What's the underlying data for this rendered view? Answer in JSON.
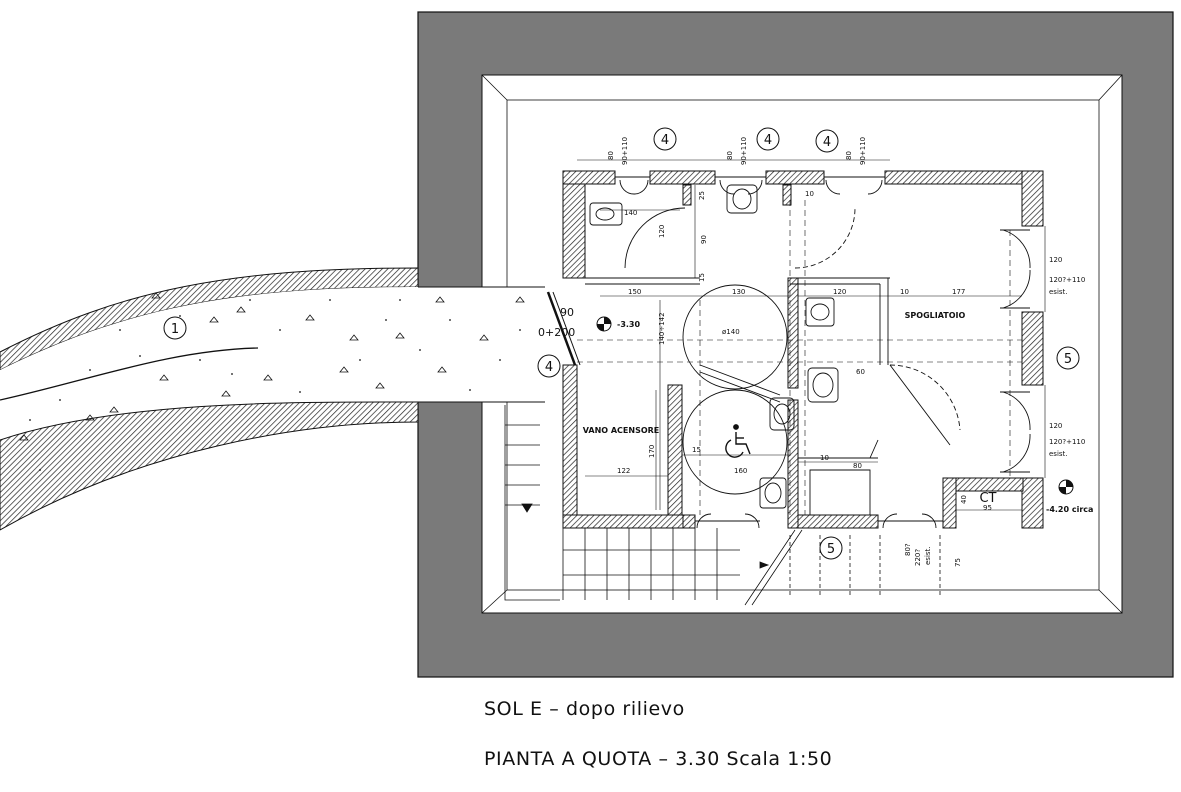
{
  "caption": {
    "line1": "SOL E – dopo rilievo",
    "line2": "PIANTA  A QUOTA – 3.30 Scala 1:50"
  },
  "rooms": {
    "spogliatoio": "SPOGLIATOIO",
    "vano_ascensore": "VANO ACENSORE",
    "ct": "CT"
  },
  "markers": {
    "path": "1",
    "door_a": "4",
    "door_b": "4",
    "door_c": "4",
    "door_left": "4",
    "right": "5",
    "bottom": "5"
  },
  "levels": {
    "main": "-3.30",
    "ct": "-4.20 circa"
  },
  "dims": {
    "d80a": "80",
    "d90a": "90+110",
    "d80b": "80",
    "d90b": "90+110",
    "d80c": "80",
    "d90c": "90+110",
    "d140": "140",
    "d120a": "120",
    "d90v": "90",
    "d25": "25",
    "d10top": "10",
    "d15": "15",
    "d150": "150",
    "d130": "130",
    "d120b": "120",
    "d10": "10",
    "d177": "177",
    "d140_142": "140÷142",
    "diam140": "ø140",
    "d60": "60",
    "d170": "170",
    "d15b": "15",
    "d160": "160",
    "d122": "122",
    "d10b": "10",
    "d80d": "80",
    "d40": "40",
    "d95": "95",
    "w120a": "120",
    "w120a2": "120?+110",
    "w_esist_a": "esist.",
    "w120b": "120",
    "w120b2": "120?+110",
    "w_esist_b": "esist.",
    "d80q": "80?",
    "d220q": "220?",
    "d_esist": "esist.",
    "d75": "75",
    "d90": "90",
    "d0200": "0+200"
  }
}
